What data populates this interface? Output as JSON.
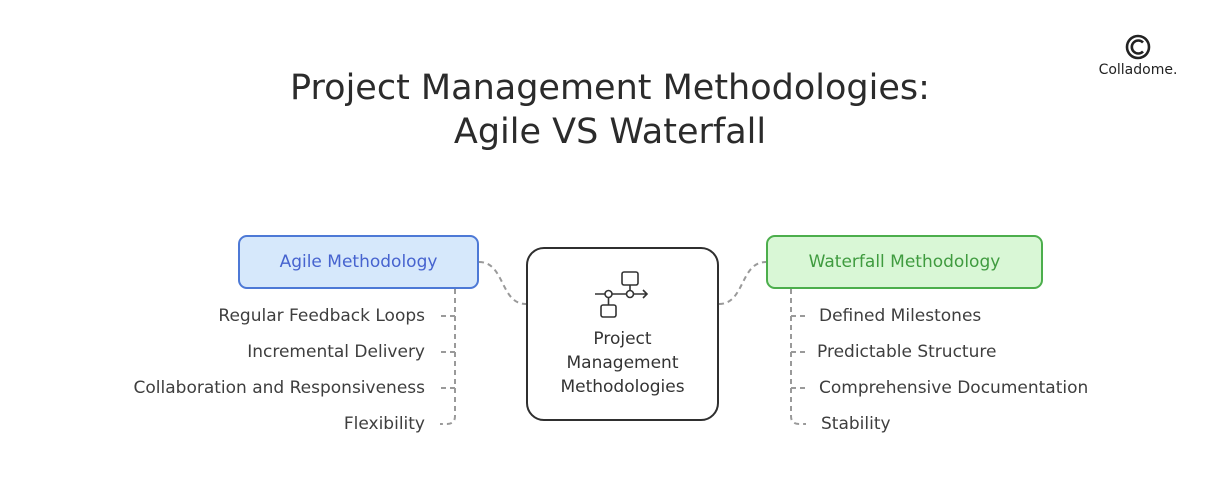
{
  "title": {
    "line1": "Project Management Methodologies:",
    "line2": "Agile VS Waterfall"
  },
  "logo": {
    "text": "Colladome.",
    "icon": "colladome-c-icon"
  },
  "center": {
    "icon": "workflow-diagram-icon",
    "lines": [
      "Project",
      "Management",
      "Methodologies"
    ]
  },
  "agile": {
    "label": "Agile Methodology",
    "items": [
      "Regular Feedback Loops",
      "Incremental Delivery",
      "Collaboration and Responsiveness",
      "Flexibility"
    ]
  },
  "waterfall": {
    "label": "Waterfall Methodology",
    "items": [
      "Defined Milestones",
      "Predictable Structure",
      "Comprehensive Documentation",
      "Stability"
    ]
  },
  "colors": {
    "agile_fill": "#d6e8fb",
    "agile_border": "#4d79d6",
    "agile_text": "#4663cf",
    "waterfall_fill": "#d9f7d6",
    "waterfall_border": "#4cae4c",
    "waterfall_text": "#3f9b3f",
    "connector": "#9a9a9a"
  }
}
